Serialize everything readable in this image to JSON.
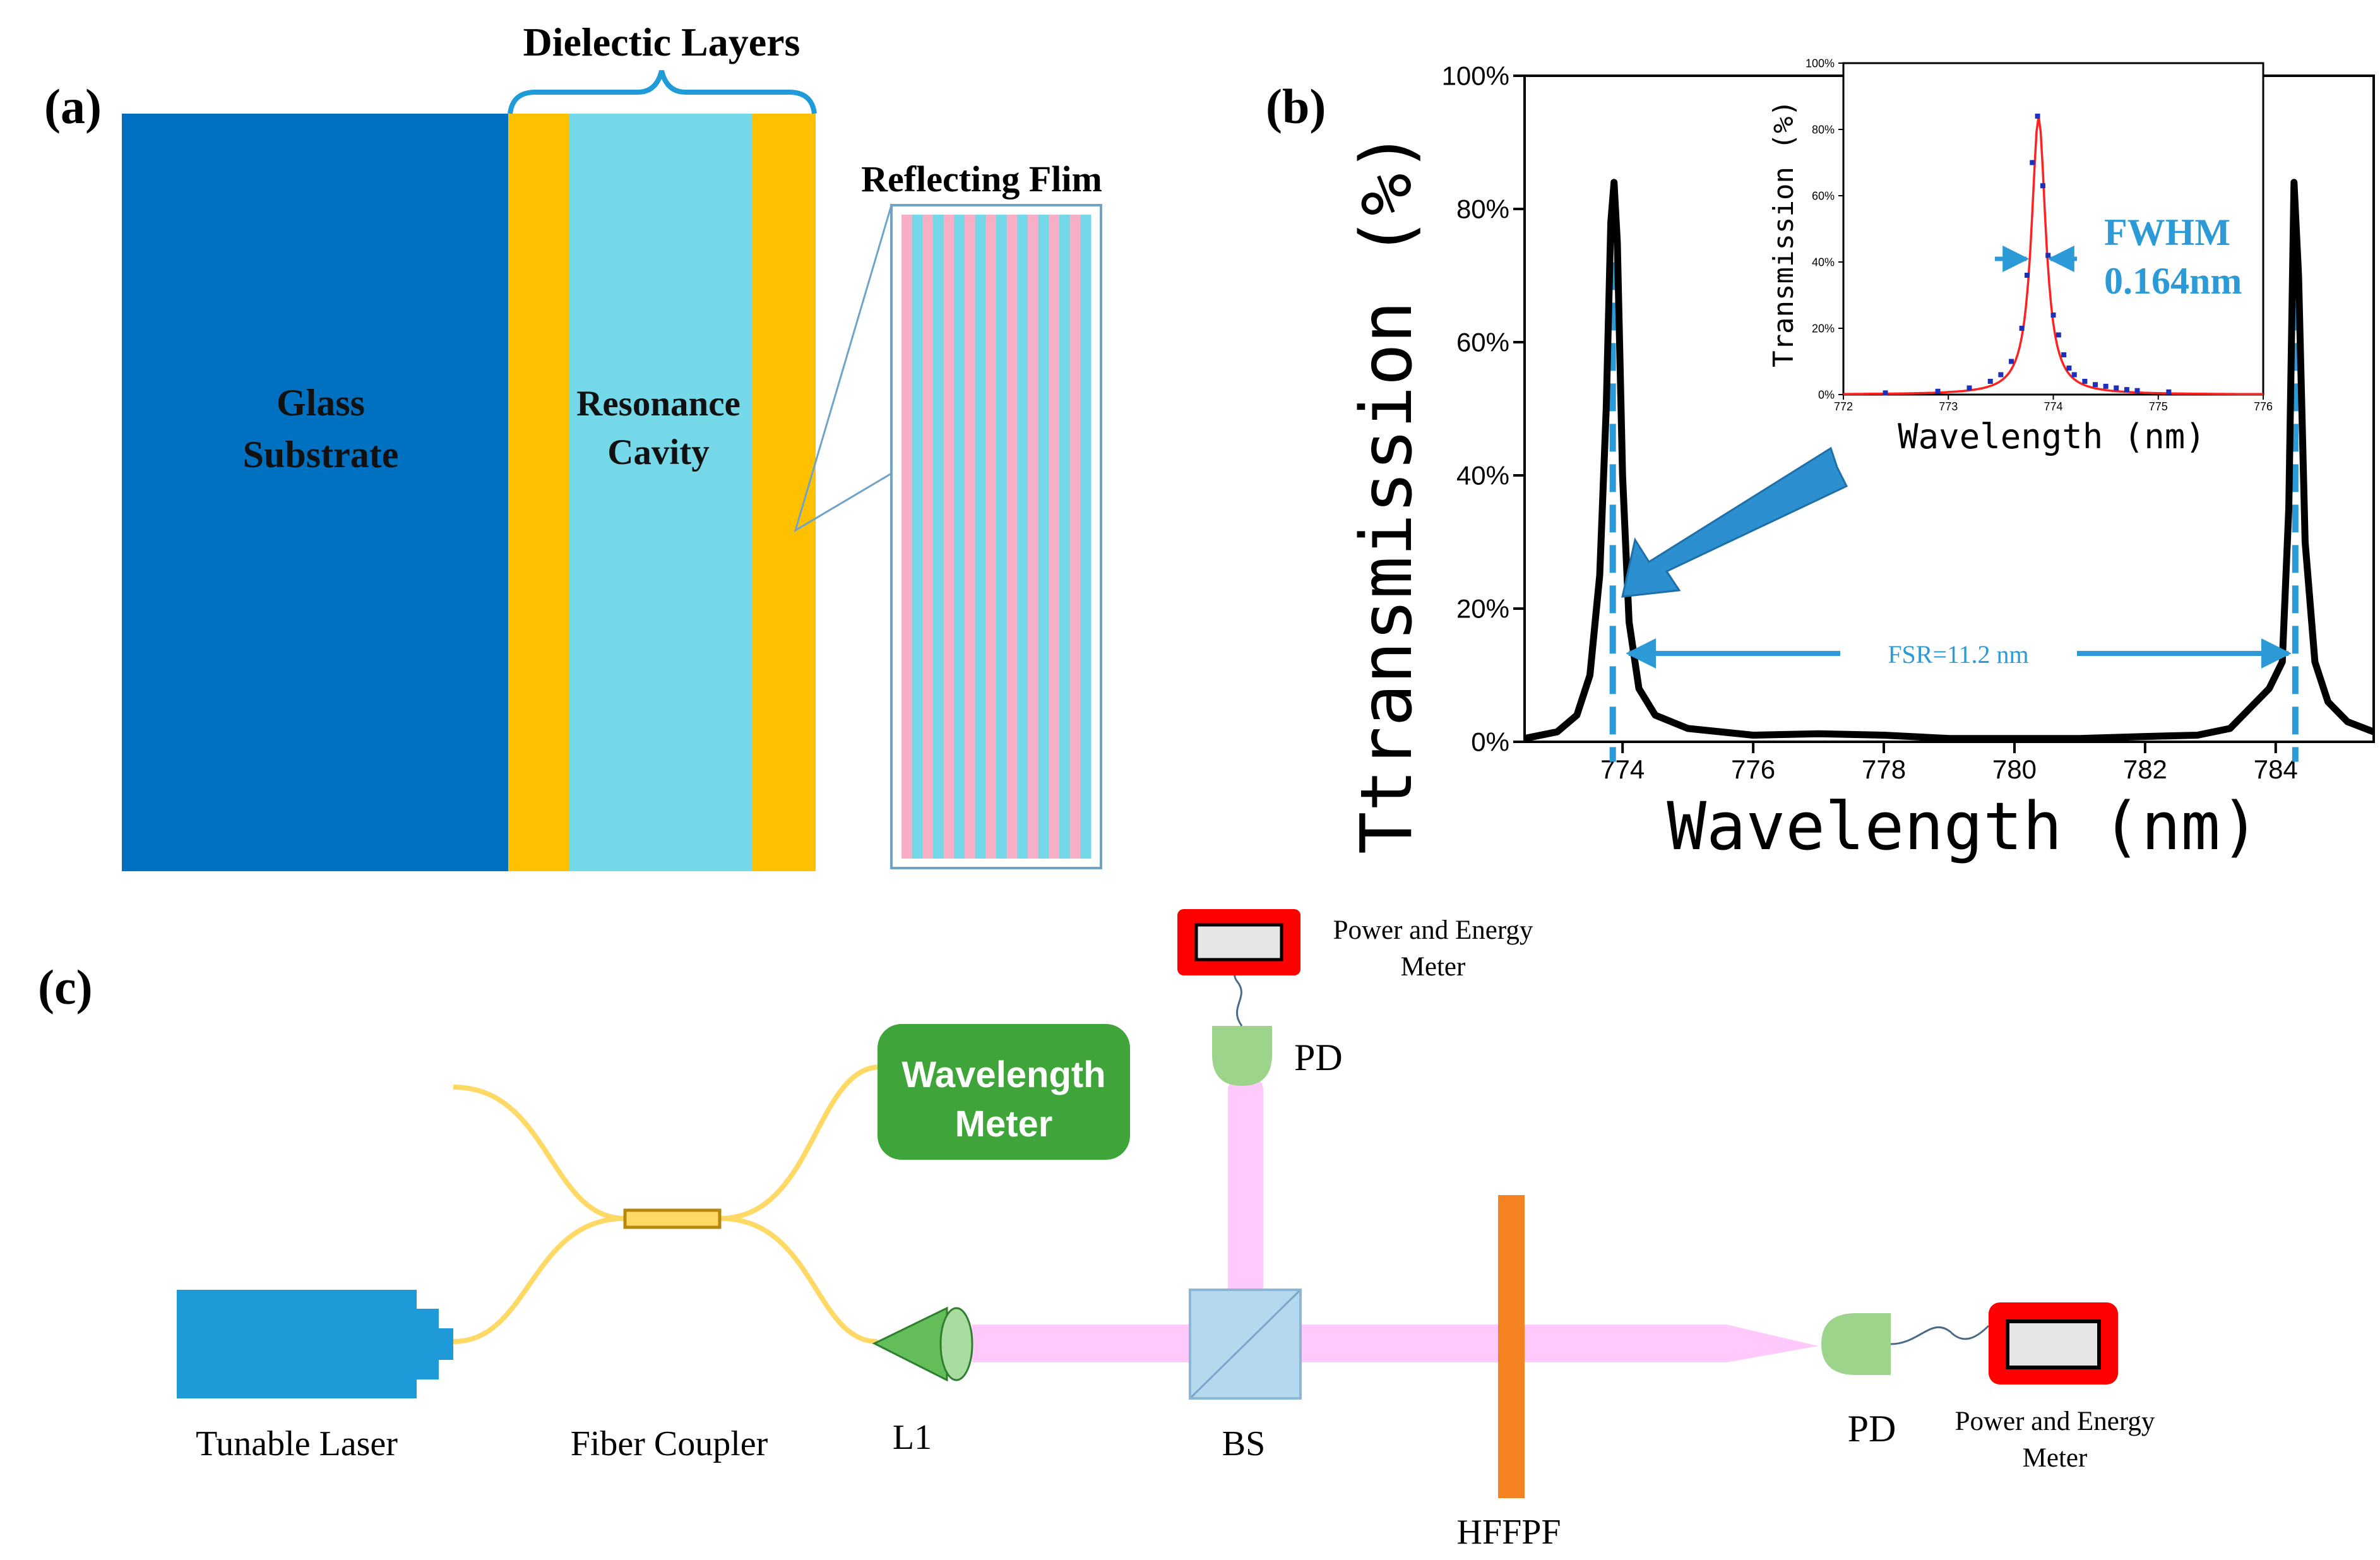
{
  "panel_a": {
    "label": "(a)",
    "dielectric_label": "Dielectic Layers",
    "substrate_line1": "Glass",
    "substrate_line2": "Substrate",
    "cavity_line1": "Resonance",
    "cavity_line2": "Cavity",
    "film_label": "Reflecting Flim",
    "colors": {
      "substrate": "#0070C0",
      "mirror": "#FFC000",
      "cavity": "#74D8E8",
      "stripe_pink": "#F7AFC6",
      "stripe_cyan": "#74D8E8",
      "bracket": "#1F9BD8"
    }
  },
  "panel_b": {
    "label": "(b)",
    "fsr_label": "FSR=11.2 nm",
    "fwhm_line1": "FWHM",
    "fwhm_line2": "0.164nm",
    "accent": "#2B9AD6"
  },
  "panel_c": {
    "label": "(c)",
    "tunable_laser": "Tunable  Laser",
    "fiber_coupler": "Fiber Coupler",
    "wavelength_meter_line1": "Wavelength",
    "wavelength_meter_line2": "Meter",
    "l1": "L1",
    "bs": "BS",
    "hffpf": "HFFPF",
    "pd_top": "PD",
    "pd_right": "PD",
    "pem_top_line1": "Power and Energy",
    "pem_top_line2": "Meter",
    "pem_right_line1": "Power and Energy",
    "pem_right_line2": "Meter",
    "colors": {
      "laser": "#1E9AD8",
      "fiber": "#FFD966",
      "meter_box": "#3FA53A",
      "beam": "#FFC9FB",
      "bs": "#B4D8EE",
      "filter": "#F58220",
      "pd": "#9DD48B",
      "pem_border": "#FF0000",
      "pem_screen": "#E6E6E6"
    }
  },
  "chart_data": [
    {
      "type": "line",
      "title": "",
      "xlabel": "Wavelength (nm)",
      "ylabel": "Ttransmission (%)",
      "xlim": [
        772.5,
        785.5
      ],
      "ylim": [
        0,
        100
      ],
      "xticks": [
        "774",
        "776",
        "778",
        "780",
        "782",
        "784"
      ],
      "yticks": [
        "0%",
        "20%",
        "40%",
        "60%",
        "80%",
        "100%"
      ],
      "series": [
        {
          "x": [
            772.5,
            773.0,
            773.3,
            773.5,
            773.65,
            773.75,
            773.82,
            773.87,
            773.92,
            774.0,
            774.1,
            774.25,
            774.5,
            775.0,
            776.0,
            777.0,
            778.0,
            779.0,
            780.0,
            781.0,
            782.0,
            782.8,
            783.3,
            783.6,
            783.9,
            784.1,
            784.2,
            784.28,
            784.35,
            784.45,
            784.6,
            784.8,
            785.1,
            785.5
          ],
          "values": [
            0.5,
            1.5,
            4,
            10,
            25,
            50,
            78,
            84,
            75,
            40,
            18,
            8,
            4,
            2,
            1,
            1.2,
            1,
            0.5,
            0.5,
            0.5,
            0.8,
            1,
            2,
            5,
            8,
            12,
            35,
            84,
            70,
            30,
            12,
            6,
            3,
            1.5
          ]
        }
      ],
      "peaks_x": [
        773.85,
        784.3
      ]
    },
    {
      "type": "scatter",
      "title": "",
      "xlabel": "Wavelength (nm)",
      "ylabel": "Transmission (%)",
      "xlim": [
        772,
        776
      ],
      "ylim": [
        0,
        100
      ],
      "xticks": [
        "772",
        "773",
        "774",
        "775",
        "776"
      ],
      "yticks": [
        "0%",
        "20%",
        "40%",
        "60%",
        "80%",
        "100%"
      ],
      "series": [
        {
          "name": "",
          "x": [
            772.4,
            772.9,
            773.2,
            773.4,
            773.5,
            773.6,
            773.7,
            773.75,
            773.8,
            773.85,
            773.9,
            773.95,
            774.0,
            774.05,
            774.1,
            774.15,
            774.2,
            774.3,
            774.4,
            774.5,
            774.6,
            774.7,
            774.8,
            775.1
          ],
          "values": [
            0.5,
            1,
            2,
            4,
            6,
            10,
            20,
            36,
            70,
            84,
            63,
            42,
            24,
            18,
            12,
            8,
            6,
            4,
            3,
            2.5,
            2,
            1.5,
            1.2,
            0.8
          ]
        }
      ]
    }
  ]
}
